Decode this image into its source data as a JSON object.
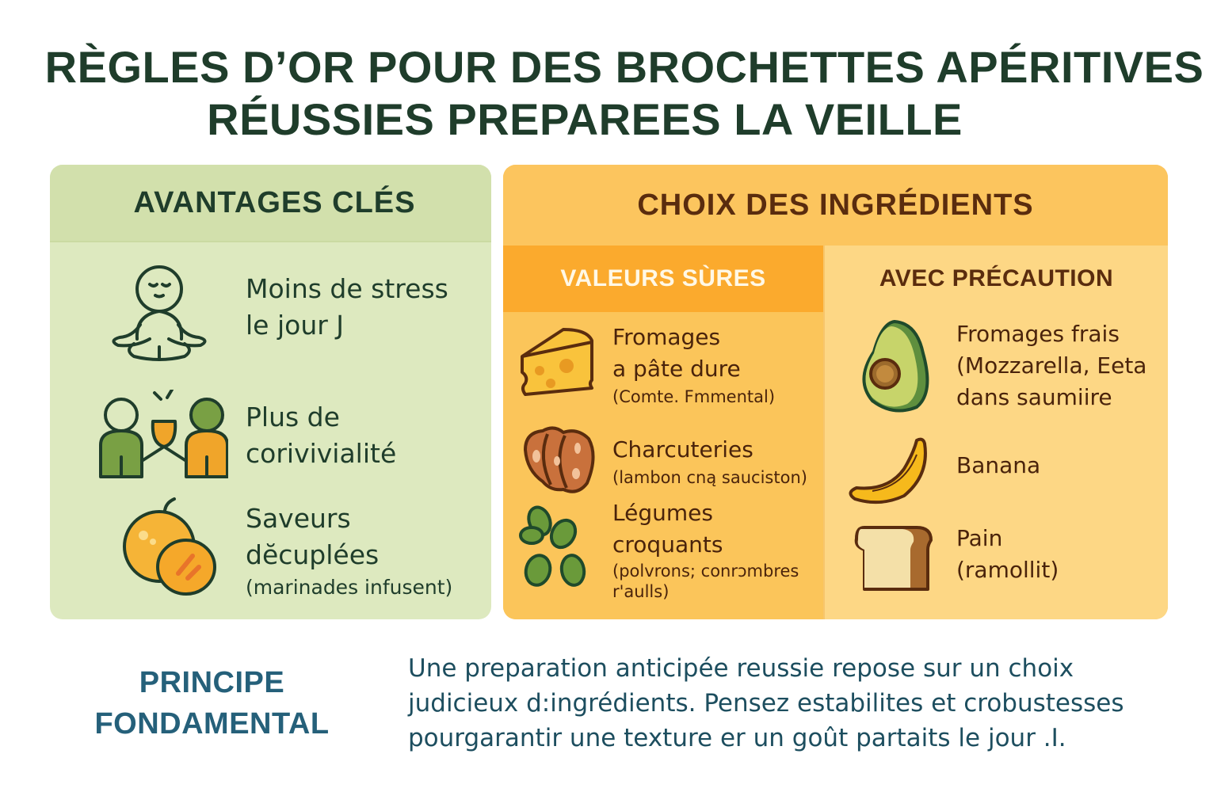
{
  "title": {
    "line1": "RÈGLES D’OR POUR DES BROCHETTES APÉRITIVES",
    "line2": "RÉUSSIES PREPAREES LA VEILLE"
  },
  "advantages": {
    "heading": "AVANTAGES CLÉS",
    "colors": {
      "panel_bg": "#dde9bf",
      "header_bg": "#d2e0ac",
      "text": "#1f3d2b"
    },
    "items": [
      {
        "icon": "meditation-icon",
        "main_line1": "Moins de stress",
        "main_line2": "le jour J",
        "sub": ""
      },
      {
        "icon": "toast-friends-icon",
        "main_line1": "Plus de",
        "main_line2": "corivivialité",
        "sub": ""
      },
      {
        "icon": "citrus-fruit-icon",
        "main_line1": "Saveurs",
        "main_line2": "dĕcuplées",
        "sub": "(marinades infusent)"
      }
    ]
  },
  "ingredients": {
    "heading": "CHOIX DES INGRÉDIENTS",
    "colors": {
      "panel_bg": "#fcc964",
      "safe_header_bg": "#fbaa2d",
      "caution_bg": "#fdd785",
      "text": "#4a230b"
    },
    "safe": {
      "heading": "VALEURS SÙRES",
      "items": [
        {
          "icon": "cheese-icon",
          "main_line1": "Fromages",
          "main_line2": "a pâte dure",
          "sub_line1": "(Comte. Fmmental)",
          "sub_line2": ""
        },
        {
          "icon": "charcuterie-icon",
          "main_line1": "Charcuteries",
          "main_line2": "",
          "sub_line1": "(lambon cną sauciston)",
          "sub_line2": ""
        },
        {
          "icon": "vegetables-icon",
          "main_line1": "Légumes",
          "main_line2": "croquants",
          "sub_line1": "(polvrons; conrɔmbres",
          "sub_line2": "r'aulls)"
        }
      ]
    },
    "caution": {
      "heading": "AVEC PRÉCAUTION",
      "items": [
        {
          "icon": "avocado-icon",
          "line1": "Fromages frais",
          "line2": "(Mozzarella, Eeta",
          "line3": "dans saumiire"
        },
        {
          "icon": "banana-icon",
          "line1": "Banana",
          "line2": "",
          "line3": ""
        },
        {
          "icon": "bread-icon",
          "line1": "Pain",
          "line2": "(ramollit)",
          "line3": ""
        }
      ]
    }
  },
  "principle": {
    "label_line1": "PRINCIPE",
    "label_line2": "FONDAMENTAL",
    "text_line1": "Une preparation anticipée reussie repose sur un choix",
    "text_line2": "judicieux d:ingrédients. Pensez estabilites et crobustesses",
    "text_line3": "pourgarantir une texture er un goût partaits le jour .I.",
    "colors": {
      "label": "#25607a",
      "text": "#1d4e5f"
    }
  }
}
